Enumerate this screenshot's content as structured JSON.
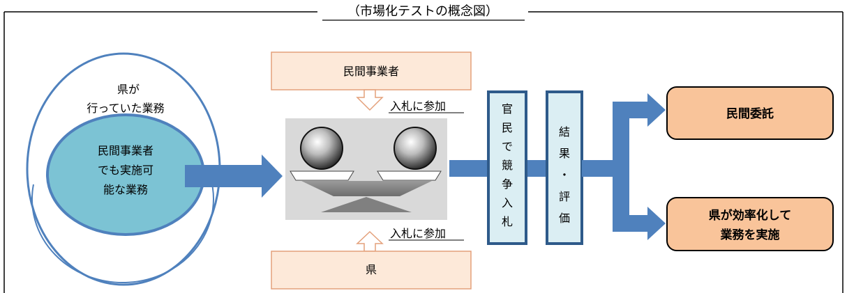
{
  "title": "（市場化テストの概念図）",
  "outer_circle": {
    "label_line1": "県が",
    "label_line2": "行っていた業務"
  },
  "inner_circle": {
    "line1": "民間事業者",
    "line2": "でも実施可",
    "line3": "能な業務"
  },
  "top_box": {
    "label": "民間事業者"
  },
  "bottom_box": {
    "label": "県"
  },
  "bid_top": "入札に参加",
  "bid_bottom": "入札に参加",
  "compete_box": {
    "chars": [
      "官",
      "民",
      "で",
      "競",
      "争",
      "入",
      "札"
    ]
  },
  "result_box": {
    "chars": [
      "結",
      "果",
      "・",
      "評",
      "価"
    ]
  },
  "outcome_top": {
    "label": "民間委託"
  },
  "outcome_bottom": {
    "line1": "県が効率化して",
    "line2": "業務を実施"
  },
  "colors": {
    "arrow_blue": "#4f81bd",
    "ellipse_fill": "#7cc3d4",
    "box_peach": "#fde9d9",
    "box_peach_border": "#e4a07a",
    "outcome_fill": "#f9c49a",
    "vertical_box_fill": "#dbeef3",
    "vertical_box_border": "#2e5a8a",
    "scale_panel": "#d9d9d9"
  }
}
